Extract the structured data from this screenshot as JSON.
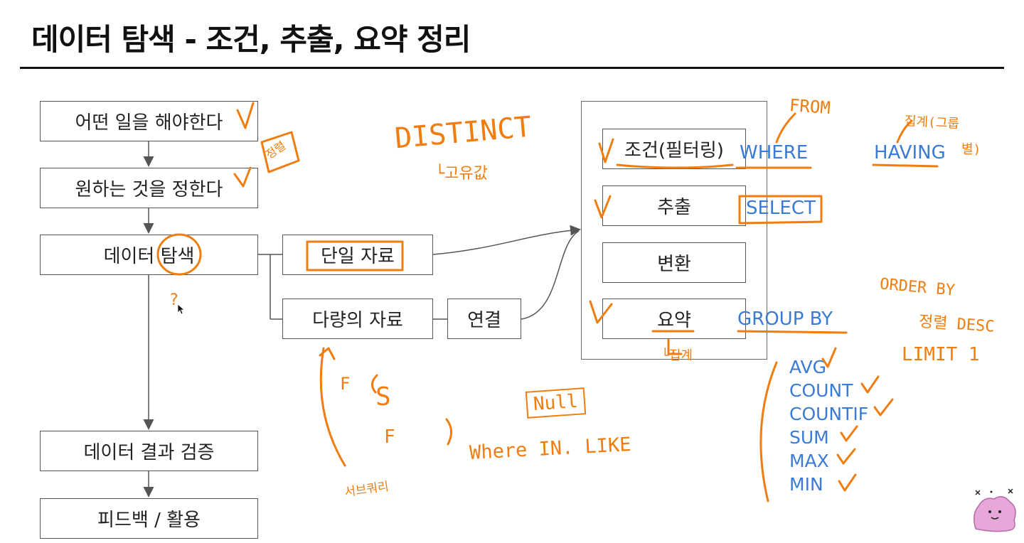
{
  "title": "데이터 탐색 - 조건, 추출, 요약 정리",
  "flow": {
    "step1": "어떤 일을 해야한다",
    "step2": "원하는 것을 정한다",
    "step3": "데이터 탐색",
    "step4": "데이터 결과 검증",
    "step5": "피드백 / 활용",
    "single": "단일 자료",
    "multi": "다량의 자료",
    "join": "연결"
  },
  "ops": {
    "condition": "조건(필터링)",
    "extract": "추출",
    "transform": "변환",
    "summary": "요약"
  },
  "sql": {
    "where": "WHERE",
    "having": "HAVING",
    "select": "SELECT",
    "group_by": "GROUP BY",
    "aggregates": [
      "AVG",
      "COUNT",
      "COUNTIF",
      "SUM",
      "MAX",
      "MIN"
    ]
  },
  "notes": {
    "from": "FROM",
    "having_note_1": "집계(그룹",
    "having_note_2": "별)",
    "sort_note": "정렬",
    "distinct": "DISTINCT",
    "distinct_note": "└고유값",
    "null": "Null",
    "where_in_like": "Where IN. LIKE",
    "order_by": "ORDER BY",
    "desc": "정렬 DESC",
    "limit": "LIMIT 1",
    "subquery": "서브쿼리",
    "summary_note": "└집계",
    "question": "?",
    "f1": "F",
    "s": "S",
    "f2": "F"
  },
  "colors": {
    "ink": "#f07d0f",
    "sql": "#3a7bd5",
    "box_border": "#555555"
  },
  "icons": [
    "checkmark-icon",
    "mouse-cursor-icon",
    "mascot-icon"
  ]
}
